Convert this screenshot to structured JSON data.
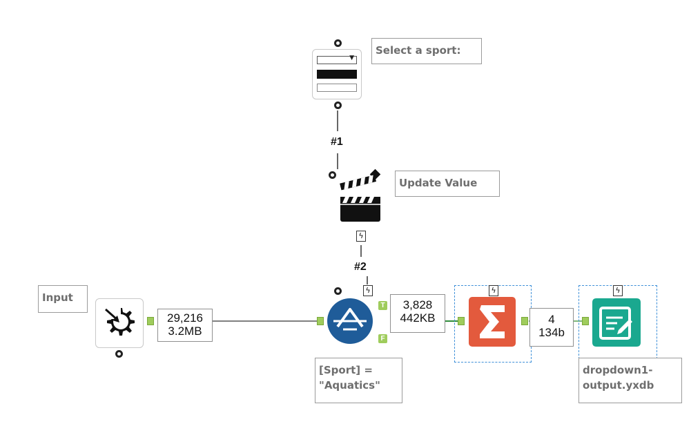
{
  "annotations": {
    "select_sport": "Select a sport:",
    "update_value": "Update Value",
    "input": "Input",
    "filter_line1": "[Sport] =",
    "filter_line2": "\"Aquatics\"",
    "output_line1": "dropdown1-",
    "output_line2": "output.yxdb"
  },
  "connections": {
    "c1": "#1",
    "c2": "#2"
  },
  "record_counts": {
    "input_records": "29,216",
    "input_size": "3.2MB",
    "filter_records": "3,828",
    "filter_size": "442KB",
    "summarize_records": "4",
    "summarize_size": "134b"
  },
  "ports": {
    "true": "T",
    "false": "F"
  },
  "colors": {
    "filter_blue": "#1f5c99",
    "summarize_orange": "#e35a3d",
    "output_teal": "#1aa88f",
    "connector_green": "#9fcc5c",
    "selection_blue": "#3b8ed8"
  }
}
